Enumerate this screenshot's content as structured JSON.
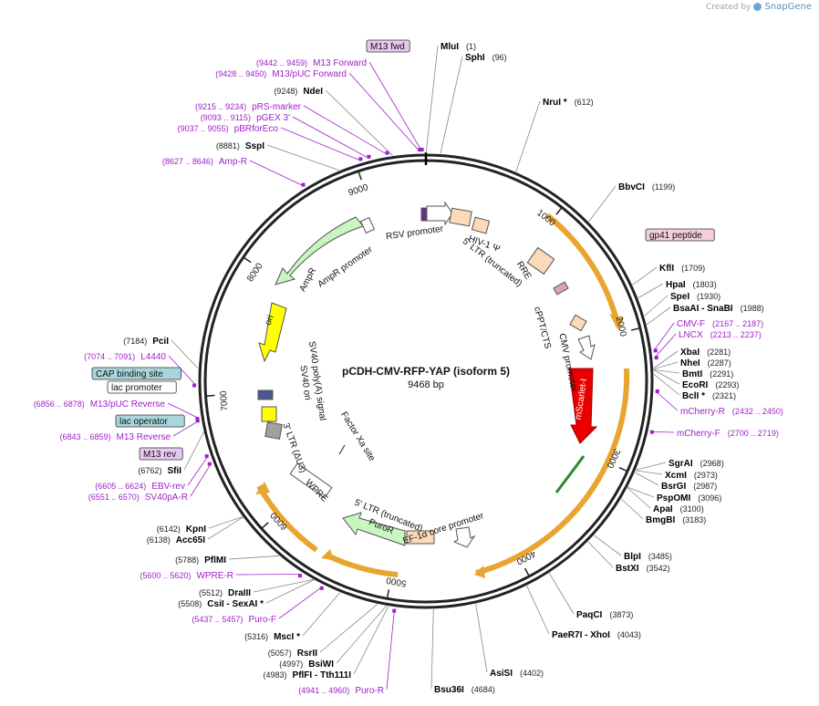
{
  "header": {
    "credit_prefix": "Created by",
    "credit_brand": "SnapGene"
  },
  "plasmid": {
    "name": "pCDH-CMV-RFP-YAP (isoform 5)",
    "size_label": "9468 bp",
    "length": 9468
  },
  "ticks": [
    "1000",
    "2000",
    "3000",
    "4000",
    "5000",
    "6000",
    "7000",
    "8000",
    "9000"
  ],
  "sites": [
    {
      "name": "MluI",
      "pos": "(1)",
      "bp": 1
    },
    {
      "name": "SphI",
      "pos": "(96)",
      "bp": 96
    },
    {
      "name": "NruI *",
      "pos": "(612)",
      "bp": 612
    },
    {
      "name": "BbvCI",
      "pos": "(1199)",
      "bp": 1199
    },
    {
      "name": "KflI",
      "pos": "(1709)",
      "bp": 1709
    },
    {
      "name": "HpaI",
      "pos": "(1803)",
      "bp": 1803
    },
    {
      "name": "SpeI",
      "pos": "(1930)",
      "bp": 1930
    },
    {
      "name": "BsaAI  - SnaBI",
      "pos": "(1988)",
      "bp": 1988
    },
    {
      "name": "XbaI",
      "pos": "(2281)",
      "bp": 2281
    },
    {
      "name": "NheI",
      "pos": "(2287)",
      "bp": 2287
    },
    {
      "name": "BmtI",
      "pos": "(2291)",
      "bp": 2291
    },
    {
      "name": "EcoRI",
      "pos": "(2293)",
      "bp": 2293
    },
    {
      "name": "BclI *",
      "pos": "(2321)",
      "bp": 2321
    },
    {
      "name": "SgrAI",
      "pos": "(2968)",
      "bp": 2968
    },
    {
      "name": "XcmI",
      "pos": "(2973)",
      "bp": 2973
    },
    {
      "name": "BsrGI",
      "pos": "(2987)",
      "bp": 2987
    },
    {
      "name": "PspOMI",
      "pos": "(3096)",
      "bp": 3096
    },
    {
      "name": "ApaI",
      "pos": "(3100)",
      "bp": 3100
    },
    {
      "name": "BmgBI",
      "pos": "(3183)",
      "bp": 3183
    },
    {
      "name": "BlpI",
      "pos": "(3485)",
      "bp": 3485
    },
    {
      "name": "BstXI",
      "pos": "(3542)",
      "bp": 3542
    },
    {
      "name": "PaqCI",
      "pos": "(3873)",
      "bp": 3873
    },
    {
      "name": "PaeR7I  - XhoI",
      "pos": "(4043)",
      "bp": 4043
    },
    {
      "name": "AsiSI",
      "pos": "(4402)",
      "bp": 4402
    },
    {
      "name": "Bsu36I",
      "pos": "(4684)",
      "bp": 4684
    },
    {
      "name": "PflFI  - Tth111I",
      "pos": "(4983)",
      "bp": 4983
    },
    {
      "name": "BsiWI",
      "pos": "(4997)",
      "bp": 4997
    },
    {
      "name": "RsrII",
      "pos": "(5057)",
      "bp": 5057
    },
    {
      "name": "MscI *",
      "pos": "(5316)",
      "bp": 5316
    },
    {
      "name": "CsiI  - SexAI *",
      "pos": "(5508)",
      "bp": 5508
    },
    {
      "name": "DraIII",
      "pos": "(5512)",
      "bp": 5512
    },
    {
      "name": "PflMI",
      "pos": "(5788)",
      "bp": 5788
    },
    {
      "name": "Acc65I",
      "pos": "(6138)",
      "bp": 6138
    },
    {
      "name": "KpnI",
      "pos": "(6142)",
      "bp": 6142
    },
    {
      "name": "SfiI",
      "pos": "(6762)",
      "bp": 6762
    },
    {
      "name": "PciI",
      "pos": "(7184)",
      "bp": 7184
    },
    {
      "name": "SspI",
      "pos": "(8881)",
      "bp": 8881
    },
    {
      "name": "NdeI",
      "pos": "(9248)",
      "bp": 9248
    }
  ],
  "primers": [
    {
      "name": "M13 Forward",
      "range": "(9442 .. 9459)",
      "bp": 9442
    },
    {
      "name": "M13/pUC Forward",
      "range": "(9428 .. 9450)",
      "bp": 9428
    },
    {
      "name": "pRS-marker",
      "range": "(9215 .. 9234)",
      "bp": 9215
    },
    {
      "name": "pGEX 3'",
      "range": "(9093 .. 9115)",
      "bp": 9093
    },
    {
      "name": "pBRforEco",
      "range": "(9037 .. 9055)",
      "bp": 9037
    },
    {
      "name": "Amp-R",
      "range": "(8627 .. 8646)",
      "bp": 8627
    },
    {
      "name": "CMV-F",
      "range": "(2167 .. 2187)",
      "bp": 2167
    },
    {
      "name": "LNCX",
      "range": "(2213 .. 2237)",
      "bp": 2213
    },
    {
      "name": "mCherry-R",
      "range": "(2432 .. 2450)",
      "bp": 2432
    },
    {
      "name": "mCherry-F",
      "range": "(2700 .. 2719)",
      "bp": 2700
    },
    {
      "name": "L4440",
      "range": "(7074 .. 7091)",
      "bp": 7074
    },
    {
      "name": "M13/pUC Reverse",
      "range": "(6856 .. 6878)",
      "bp": 6856
    },
    {
      "name": "M13 Reverse",
      "range": "(6843 .. 6859)",
      "bp": 6843
    },
    {
      "name": "EBV-rev",
      "range": "(6605 .. 6624)",
      "bp": 6605
    },
    {
      "name": "SV40pA-R",
      "range": "(6551 .. 6570)",
      "bp": 6551
    },
    {
      "name": "WPRE-R",
      "range": "(5600 .. 5620)",
      "bp": 5600
    },
    {
      "name": "Puro-F",
      "range": "(5437 .. 5457)",
      "bp": 5437
    },
    {
      "name": "Puro-R",
      "range": "(4941 .. 4960)",
      "bp": 4941
    }
  ],
  "boxed_labels": [
    {
      "text": "M13 fwd",
      "style": "primer"
    },
    {
      "text": "gp41 peptide",
      "style": "peptide"
    },
    {
      "text": "CAP binding site",
      "style": "cap"
    },
    {
      "text": "lac promoter",
      "style": "plain"
    },
    {
      "text": "lac operator",
      "style": "cap"
    },
    {
      "text": "M13 rev",
      "style": "primer"
    }
  ],
  "features": [
    {
      "text": "RSV promoter"
    },
    {
      "text": "HIV-1 Ψ"
    },
    {
      "text": "5' LTR (truncated)"
    },
    {
      "text": "RRE"
    },
    {
      "text": "cPPT/CTS"
    },
    {
      "text": "CMV promoter"
    },
    {
      "text": "mScarlet-I"
    },
    {
      "text": "EF-1α core promoter"
    },
    {
      "text": "5' LTR (truncated)"
    },
    {
      "text": "PuroR"
    },
    {
      "text": "WPRE"
    },
    {
      "text": "3' LTR (ΔU3)"
    },
    {
      "text": "Factor Xa site"
    },
    {
      "text": "SV40 poly(A) signal"
    },
    {
      "text": "SV40 ori"
    },
    {
      "text": "ori"
    },
    {
      "text": "AmpR"
    },
    {
      "text": "AmpR promoter"
    }
  ],
  "colors": {
    "site": "#000000",
    "primer": "#a020c8",
    "orf": "#e8a530",
    "promoter": "#ffffff",
    "ltr": "#fcd9b8",
    "red": "#e80000",
    "yellow": "#ffff00",
    "green": "#c8f5c0"
  }
}
